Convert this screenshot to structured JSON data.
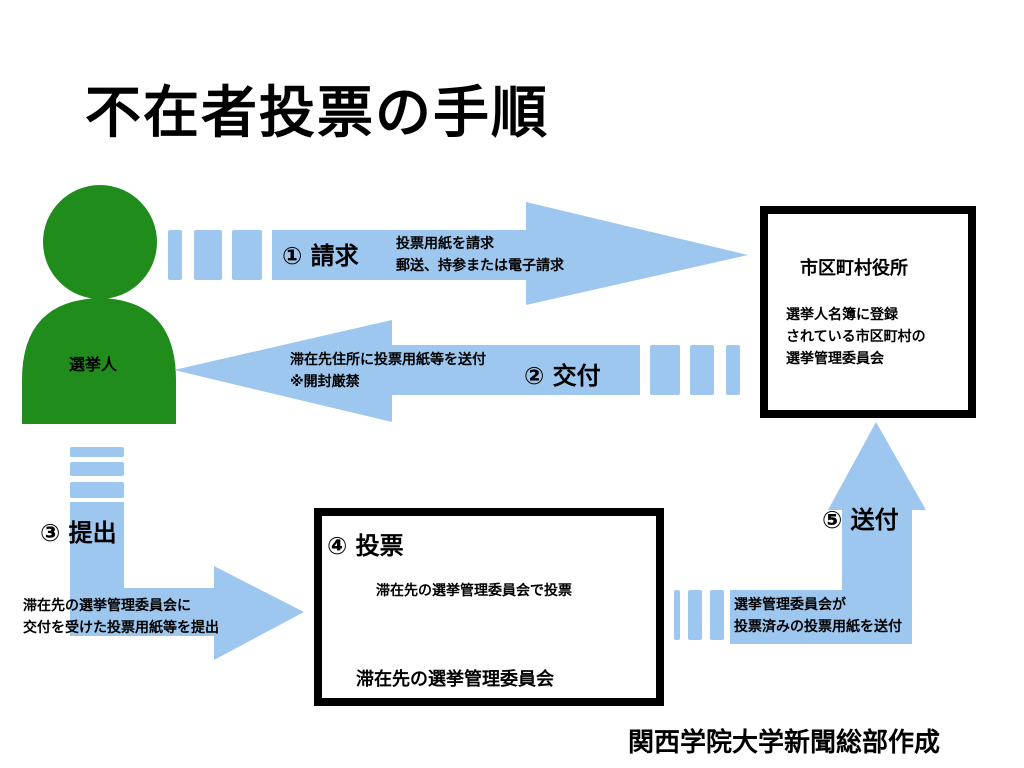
{
  "title": "不在者投票の手順",
  "colors": {
    "arrow": "#9ec7ef",
    "voter": "#1f8c1c",
    "border": "#000000"
  },
  "voter": {
    "label": "選挙人"
  },
  "office": {
    "title": "市区町村役所",
    "desc": [
      "選挙人名簿に登録",
      "されている市区町村の",
      "選挙管理委員会"
    ]
  },
  "steps": {
    "request": {
      "label": "① 請求",
      "note": [
        "投票用紙を請求",
        "郵送、持参または電子請求"
      ]
    },
    "deliver": {
      "label": "② 交付",
      "note": [
        "滞在先住所に投票用紙等を送付",
        "※開封厳禁"
      ]
    },
    "submit": {
      "label": "③ 提出",
      "note": [
        "滞在先の選挙管理委員会に",
        "交付を受けた投票用紙等を提出"
      ]
    },
    "vote": {
      "label": "④ 投票",
      "desc": "滞在先の選挙管理委員会で投票",
      "place": "滞在先の選挙管理委員会"
    },
    "send": {
      "label": "⑤ 送付",
      "note": [
        "選挙管理委員会が",
        "投票済みの投票用紙を送付"
      ]
    }
  },
  "credit": "関西学院大学新聞総部作成"
}
